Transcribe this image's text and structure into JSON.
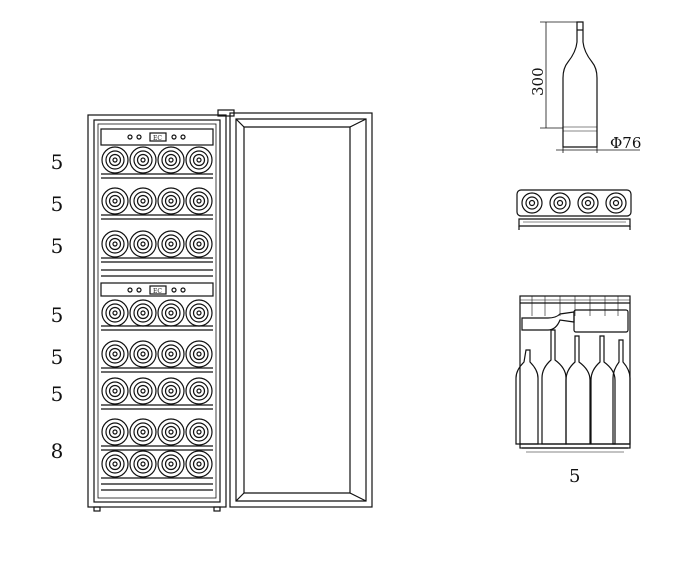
{
  "shelf_counts": [
    "5",
    "5",
    "5",
    "5",
    "5",
    "5",
    "8"
  ],
  "control_panels": [
    {
      "display": "EC"
    },
    {
      "display": "EC"
    }
  ],
  "bottle_dimensions": {
    "height": "300",
    "diameter": "Φ76"
  },
  "rack_bottle_count": "5",
  "colors": {
    "line": "#111111",
    "background": "#ffffff"
  }
}
